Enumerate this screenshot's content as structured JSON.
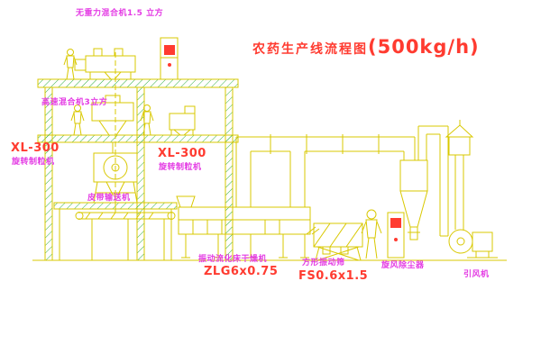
{
  "title": {
    "text": "农药生产线流程图",
    "capacity": "(500kg/h)"
  },
  "labels": {
    "top_mixer": "无重力混合机1.5 立方",
    "high_speed_mixer": "高速混合机3立方",
    "granulator_left": {
      "model": "XL-300",
      "name": "旋转制粒机"
    },
    "granulator_center": {
      "model": "XL-300",
      "name": "旋转制粒机"
    },
    "belt_conveyor": "皮带输送机",
    "dryer": {
      "name": "振动流化床干燥机",
      "model": "ZLG6x0.75"
    },
    "screen": {
      "name": "方形振动筛",
      "model": "FS0.6x1.5"
    },
    "cyclone": "旋风除尘器",
    "fan": "引风机"
  },
  "colors": {
    "linework_yellow": "#d9c800",
    "hatch_green": "#2fae3f",
    "label_magenta": "#e43ce4",
    "label_red": "#ff3b30",
    "background": "#ffffff"
  }
}
